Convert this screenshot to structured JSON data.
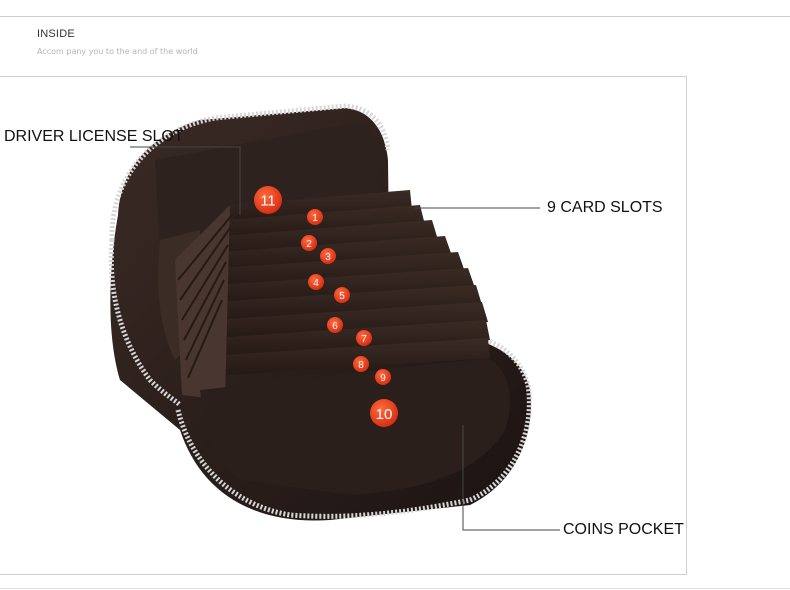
{
  "header": {
    "title": "INSIDE",
    "subtitle": "Accom pany you to the and of the world"
  },
  "callouts": {
    "driver_license": "DRIVER LICENSE SLOT",
    "card_slots": "9 CARD SLOTS",
    "coins_pocket": "COINS POCKET"
  },
  "markers": [
    "11",
    "1",
    "2",
    "3",
    "4",
    "5",
    "6",
    "7",
    "8",
    "9",
    "10"
  ],
  "colors": {
    "marker": "#e8381a",
    "wallet_leather": "#2a1e1a",
    "zipper": "#c9c9c9"
  }
}
